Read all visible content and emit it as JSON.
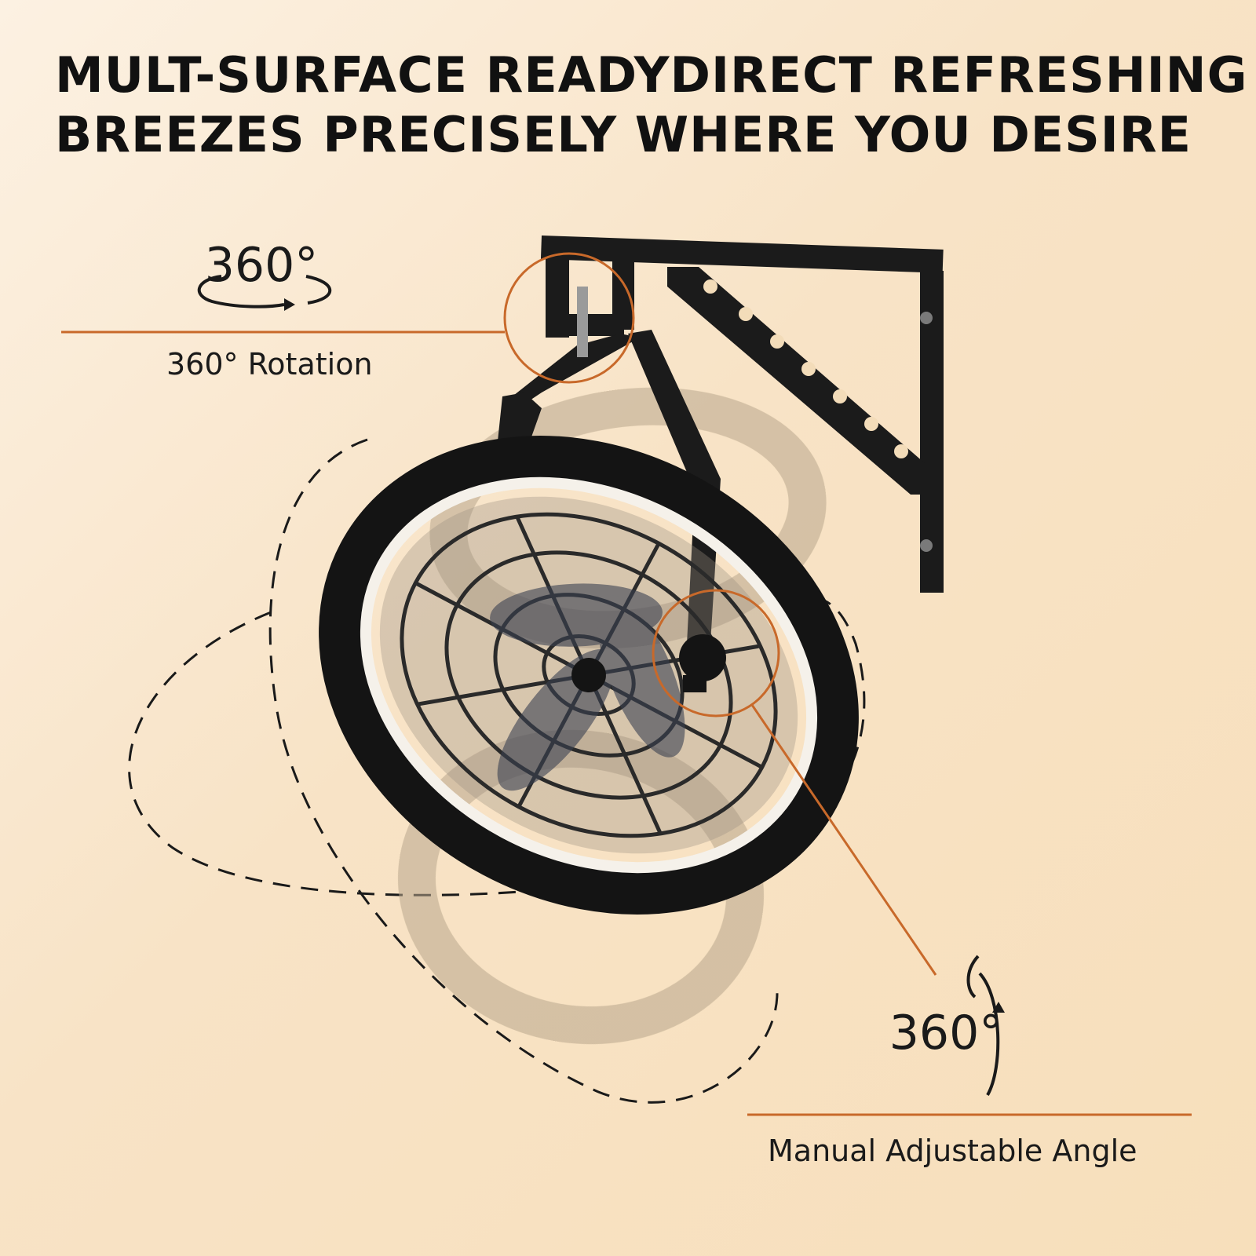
{
  "headline": {
    "line1": "MULT-SURFACE READYDIRECT REFRESHING",
    "line2": "BREEZES PRECISELY WHERE YOU DESIRE"
  },
  "rotation_feature": {
    "degrees": "360°",
    "caption": "360° Rotation",
    "icon": "horizontal-rotate-arrow-icon"
  },
  "angle_feature": {
    "degrees": "360°",
    "caption": "Manual Adjustable Angle",
    "icon": "vertical-rotate-arrow-icon"
  },
  "colors": {
    "accent": "#c8692a",
    "text": "#1a1a1a",
    "fan_body": "#151515",
    "ghost_fan": "#d4c3a8"
  }
}
